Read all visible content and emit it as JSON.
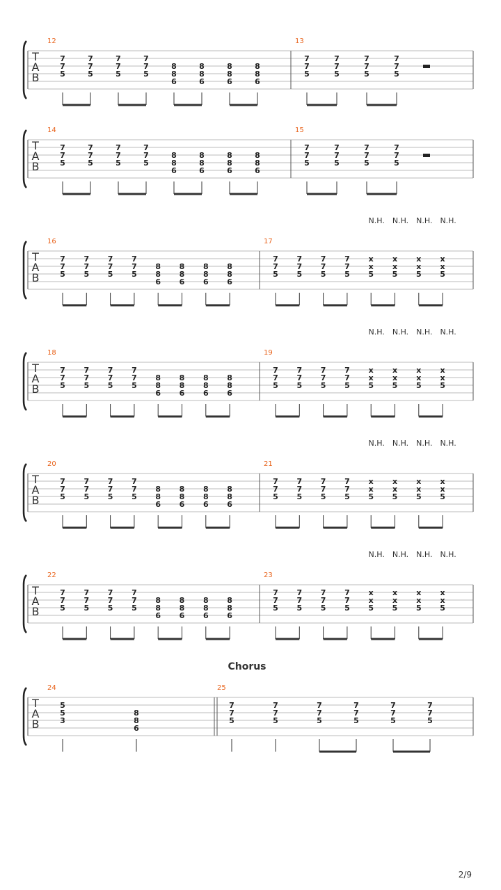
{
  "page": {
    "page_number": "2/9",
    "section_label": "Chorus"
  },
  "tab_clef": [
    "T",
    "A",
    "B"
  ],
  "harmonic_label": "N.H.",
  "systems": [
    {
      "measures": [
        {
          "number": "12",
          "beats": [
            [
              "7",
              "7",
              "5"
            ],
            [
              "7",
              "7",
              "5"
            ],
            [
              "7",
              "7",
              "5"
            ],
            [
              "7",
              "7",
              "5"
            ],
            [
              "8",
              "8",
              "6"
            ],
            [
              "8",
              "8",
              "6"
            ],
            [
              "8",
              "8",
              "6"
            ],
            [
              "8",
              "8",
              "6"
            ]
          ],
          "beams": [
            [
              0,
              1
            ],
            [
              2,
              3
            ],
            [
              4,
              5
            ],
            [
              6,
              7
            ]
          ]
        },
        {
          "number": "13",
          "beats": [
            [
              "7",
              "7",
              "5"
            ],
            [
              "7",
              "7",
              "5"
            ],
            [
              "7",
              "7",
              "5"
            ],
            [
              "7",
              "7",
              "5"
            ]
          ],
          "beams": [
            [
              0,
              1
            ],
            [
              2,
              3
            ]
          ],
          "rest": true
        }
      ]
    },
    {
      "measures": [
        {
          "number": "14",
          "beats": [
            [
              "7",
              "7",
              "5"
            ],
            [
              "7",
              "7",
              "5"
            ],
            [
              "7",
              "7",
              "5"
            ],
            [
              "7",
              "7",
              "5"
            ],
            [
              "8",
              "8",
              "6"
            ],
            [
              "8",
              "8",
              "6"
            ],
            [
              "8",
              "8",
              "6"
            ],
            [
              "8",
              "8",
              "6"
            ]
          ],
          "beams": [
            [
              0,
              1
            ],
            [
              2,
              3
            ],
            [
              4,
              5
            ],
            [
              6,
              7
            ]
          ]
        },
        {
          "number": "15",
          "beats": [
            [
              "7",
              "7",
              "5"
            ],
            [
              "7",
              "7",
              "5"
            ],
            [
              "7",
              "7",
              "5"
            ],
            [
              "7",
              "7",
              "5"
            ]
          ],
          "beams": [
            [
              0,
              1
            ],
            [
              2,
              3
            ]
          ],
          "rest": true
        }
      ]
    },
    {
      "measures": [
        {
          "number": "16",
          "beats": [
            [
              "7",
              "7",
              "5"
            ],
            [
              "7",
              "7",
              "5"
            ],
            [
              "7",
              "7",
              "5"
            ],
            [
              "7",
              "7",
              "5"
            ],
            [
              "8",
              "8",
              "6"
            ],
            [
              "8",
              "8",
              "6"
            ],
            [
              "8",
              "8",
              "6"
            ],
            [
              "8",
              "8",
              "6"
            ]
          ],
          "beams": [
            [
              0,
              1
            ],
            [
              2,
              3
            ],
            [
              4,
              5
            ],
            [
              6,
              7
            ]
          ]
        },
        {
          "number": "17",
          "beats": [
            [
              "7",
              "7",
              "5"
            ],
            [
              "7",
              "7",
              "5"
            ],
            [
              "7",
              "7",
              "5"
            ],
            [
              "7",
              "7",
              "5"
            ],
            [
              "x",
              "x",
              "5"
            ],
            [
              "x",
              "x",
              "5"
            ],
            [
              "x",
              "x",
              "5"
            ],
            [
              "x",
              "x",
              "5"
            ]
          ],
          "beams": [
            [
              0,
              1
            ],
            [
              2,
              3
            ],
            [
              4,
              5
            ],
            [
              6,
              7
            ]
          ],
          "harmonics": [
            4,
            5,
            6,
            7
          ]
        }
      ]
    },
    {
      "measures": [
        {
          "number": "18",
          "beats": [
            [
              "7",
              "7",
              "5"
            ],
            [
              "7",
              "7",
              "5"
            ],
            [
              "7",
              "7",
              "5"
            ],
            [
              "7",
              "7",
              "5"
            ],
            [
              "8",
              "8",
              "6"
            ],
            [
              "8",
              "8",
              "6"
            ],
            [
              "8",
              "8",
              "6"
            ],
            [
              "8",
              "8",
              "6"
            ]
          ],
          "beams": [
            [
              0,
              1
            ],
            [
              2,
              3
            ],
            [
              4,
              5
            ],
            [
              6,
              7
            ]
          ]
        },
        {
          "number": "19",
          "beats": [
            [
              "7",
              "7",
              "5"
            ],
            [
              "7",
              "7",
              "5"
            ],
            [
              "7",
              "7",
              "5"
            ],
            [
              "7",
              "7",
              "5"
            ],
            [
              "x",
              "x",
              "5"
            ],
            [
              "x",
              "x",
              "5"
            ],
            [
              "x",
              "x",
              "5"
            ],
            [
              "x",
              "x",
              "5"
            ]
          ],
          "beams": [
            [
              0,
              1
            ],
            [
              2,
              3
            ],
            [
              4,
              5
            ],
            [
              6,
              7
            ]
          ],
          "harmonics": [
            4,
            5,
            6,
            7
          ]
        }
      ]
    },
    {
      "measures": [
        {
          "number": "20",
          "beats": [
            [
              "7",
              "7",
              "5"
            ],
            [
              "7",
              "7",
              "5"
            ],
            [
              "7",
              "7",
              "5"
            ],
            [
              "7",
              "7",
              "5"
            ],
            [
              "8",
              "8",
              "6"
            ],
            [
              "8",
              "8",
              "6"
            ],
            [
              "8",
              "8",
              "6"
            ],
            [
              "8",
              "8",
              "6"
            ]
          ],
          "beams": [
            [
              0,
              1
            ],
            [
              2,
              3
            ],
            [
              4,
              5
            ],
            [
              6,
              7
            ]
          ]
        },
        {
          "number": "21",
          "beats": [
            [
              "7",
              "7",
              "5"
            ],
            [
              "7",
              "7",
              "5"
            ],
            [
              "7",
              "7",
              "5"
            ],
            [
              "7",
              "7",
              "5"
            ],
            [
              "x",
              "x",
              "5"
            ],
            [
              "x",
              "x",
              "5"
            ],
            [
              "x",
              "x",
              "5"
            ],
            [
              "x",
              "x",
              "5"
            ]
          ],
          "beams": [
            [
              0,
              1
            ],
            [
              2,
              3
            ],
            [
              4,
              5
            ],
            [
              6,
              7
            ]
          ],
          "harmonics": [
            4,
            5,
            6,
            7
          ]
        }
      ]
    },
    {
      "measures": [
        {
          "number": "22",
          "beats": [
            [
              "7",
              "7",
              "5"
            ],
            [
              "7",
              "7",
              "5"
            ],
            [
              "7",
              "7",
              "5"
            ],
            [
              "7",
              "7",
              "5"
            ],
            [
              "8",
              "8",
              "6"
            ],
            [
              "8",
              "8",
              "6"
            ],
            [
              "8",
              "8",
              "6"
            ],
            [
              "8",
              "8",
              "6"
            ]
          ],
          "beams": [
            [
              0,
              1
            ],
            [
              2,
              3
            ],
            [
              4,
              5
            ],
            [
              6,
              7
            ]
          ]
        },
        {
          "number": "23",
          "beats": [
            [
              "7",
              "7",
              "5"
            ],
            [
              "7",
              "7",
              "5"
            ],
            [
              "7",
              "7",
              "5"
            ],
            [
              "7",
              "7",
              "5"
            ],
            [
              "x",
              "x",
              "5"
            ],
            [
              "x",
              "x",
              "5"
            ],
            [
              "x",
              "x",
              "5"
            ],
            [
              "x",
              "x",
              "5"
            ]
          ],
          "beams": [
            [
              0,
              1
            ],
            [
              2,
              3
            ],
            [
              4,
              5
            ],
            [
              6,
              7
            ]
          ],
          "harmonics": [
            4,
            5,
            6,
            7
          ]
        }
      ]
    },
    {
      "measures": [
        {
          "number": "24",
          "beats": [
            [
              "5",
              "5",
              "3"
            ],
            [
              "8",
              "8",
              "6"
            ]
          ],
          "beams": []
        },
        {
          "number": "25",
          "beats": [
            [
              "7",
              "7",
              "5"
            ],
            [
              "7",
              "7",
              "5"
            ],
            [
              "7",
              "7",
              "5"
            ],
            [
              "7",
              "7",
              "5"
            ],
            [
              "7",
              "7",
              "5"
            ],
            [
              "7",
              "7",
              "5"
            ]
          ],
          "beams": [
            [
              2,
              3
            ],
            [
              4,
              5
            ]
          ]
        }
      ]
    }
  ]
}
